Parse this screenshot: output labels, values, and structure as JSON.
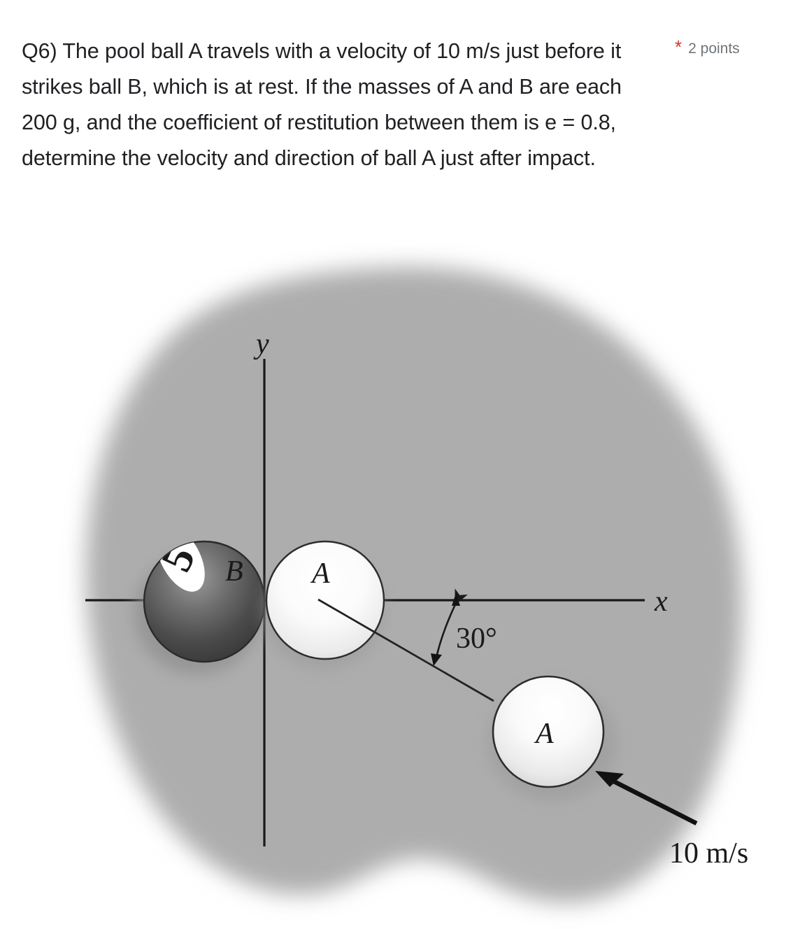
{
  "question": {
    "number": "Q6)",
    "text": "Q6) The pool ball A travels with a velocity of 10 m/s just before it strikes ball B, which is at rest. If the masses of A and B are each 200 g, and the coefficient of restitution between them is e = 0.8, determine the velocity and direction of ball A just after impact.",
    "required_marker": "*",
    "points": "2 points"
  },
  "figure": {
    "axis_y_label": "y",
    "axis_x_label": "x",
    "ball_b_label": "B",
    "ball_b_number": "5",
    "ball_a_origin_label": "A",
    "ball_a_incoming_label": "A",
    "angle_label": "30°",
    "velocity_label": "10 m/s",
    "colors": {
      "background_blob": "#adadad",
      "ball_b_dark": "#3a3a3a",
      "ball_a_light": "#f4f4f4",
      "axis_line": "#1a1a1a",
      "arrow": "#111111",
      "page_background": "#ffffff"
    }
  }
}
